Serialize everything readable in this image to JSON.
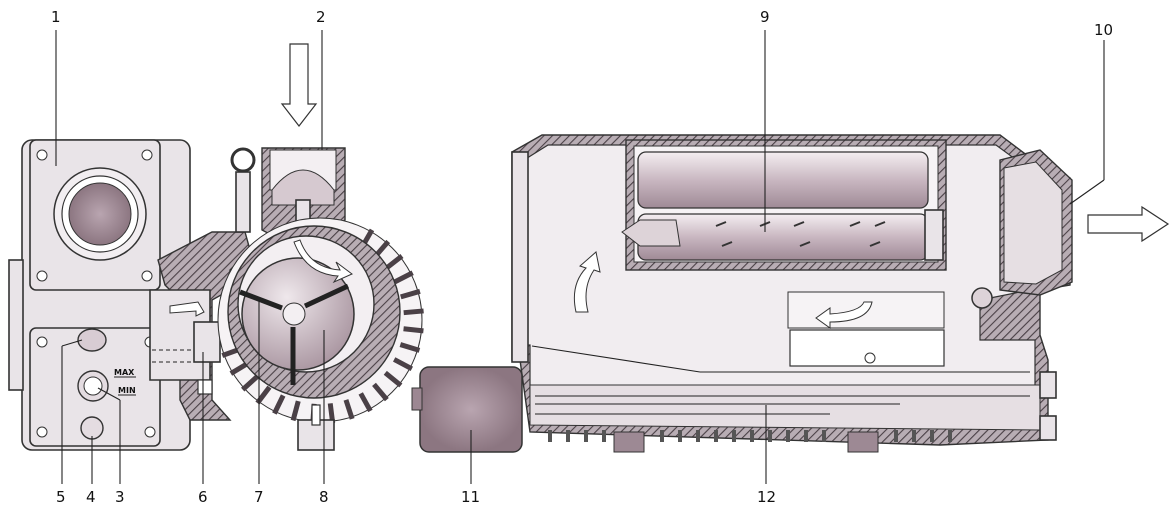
{
  "diagram": {
    "callouts": [
      {
        "id": "1",
        "label": "1"
      },
      {
        "id": "2",
        "label": "2"
      },
      {
        "id": "3",
        "label": "3"
      },
      {
        "id": "4",
        "label": "4"
      },
      {
        "id": "5",
        "label": "5"
      },
      {
        "id": "6",
        "label": "6"
      },
      {
        "id": "7",
        "label": "7"
      },
      {
        "id": "8",
        "label": "8"
      },
      {
        "id": "9",
        "label": "9"
      },
      {
        "id": "10",
        "label": "10"
      },
      {
        "id": "11",
        "label": "11"
      },
      {
        "id": "12",
        "label": "12"
      }
    ],
    "gauge_labels": {
      "max": "MAX",
      "min": "MIN"
    },
    "colors": {
      "body": "#e9e4e8",
      "section_hatch": "#8a7f86",
      "component": "#cdbfc7",
      "outline": "#333333"
    },
    "icons": [
      "arrow-down-icon",
      "arrow-right-icon",
      "flow-arrow-icon"
    ]
  }
}
